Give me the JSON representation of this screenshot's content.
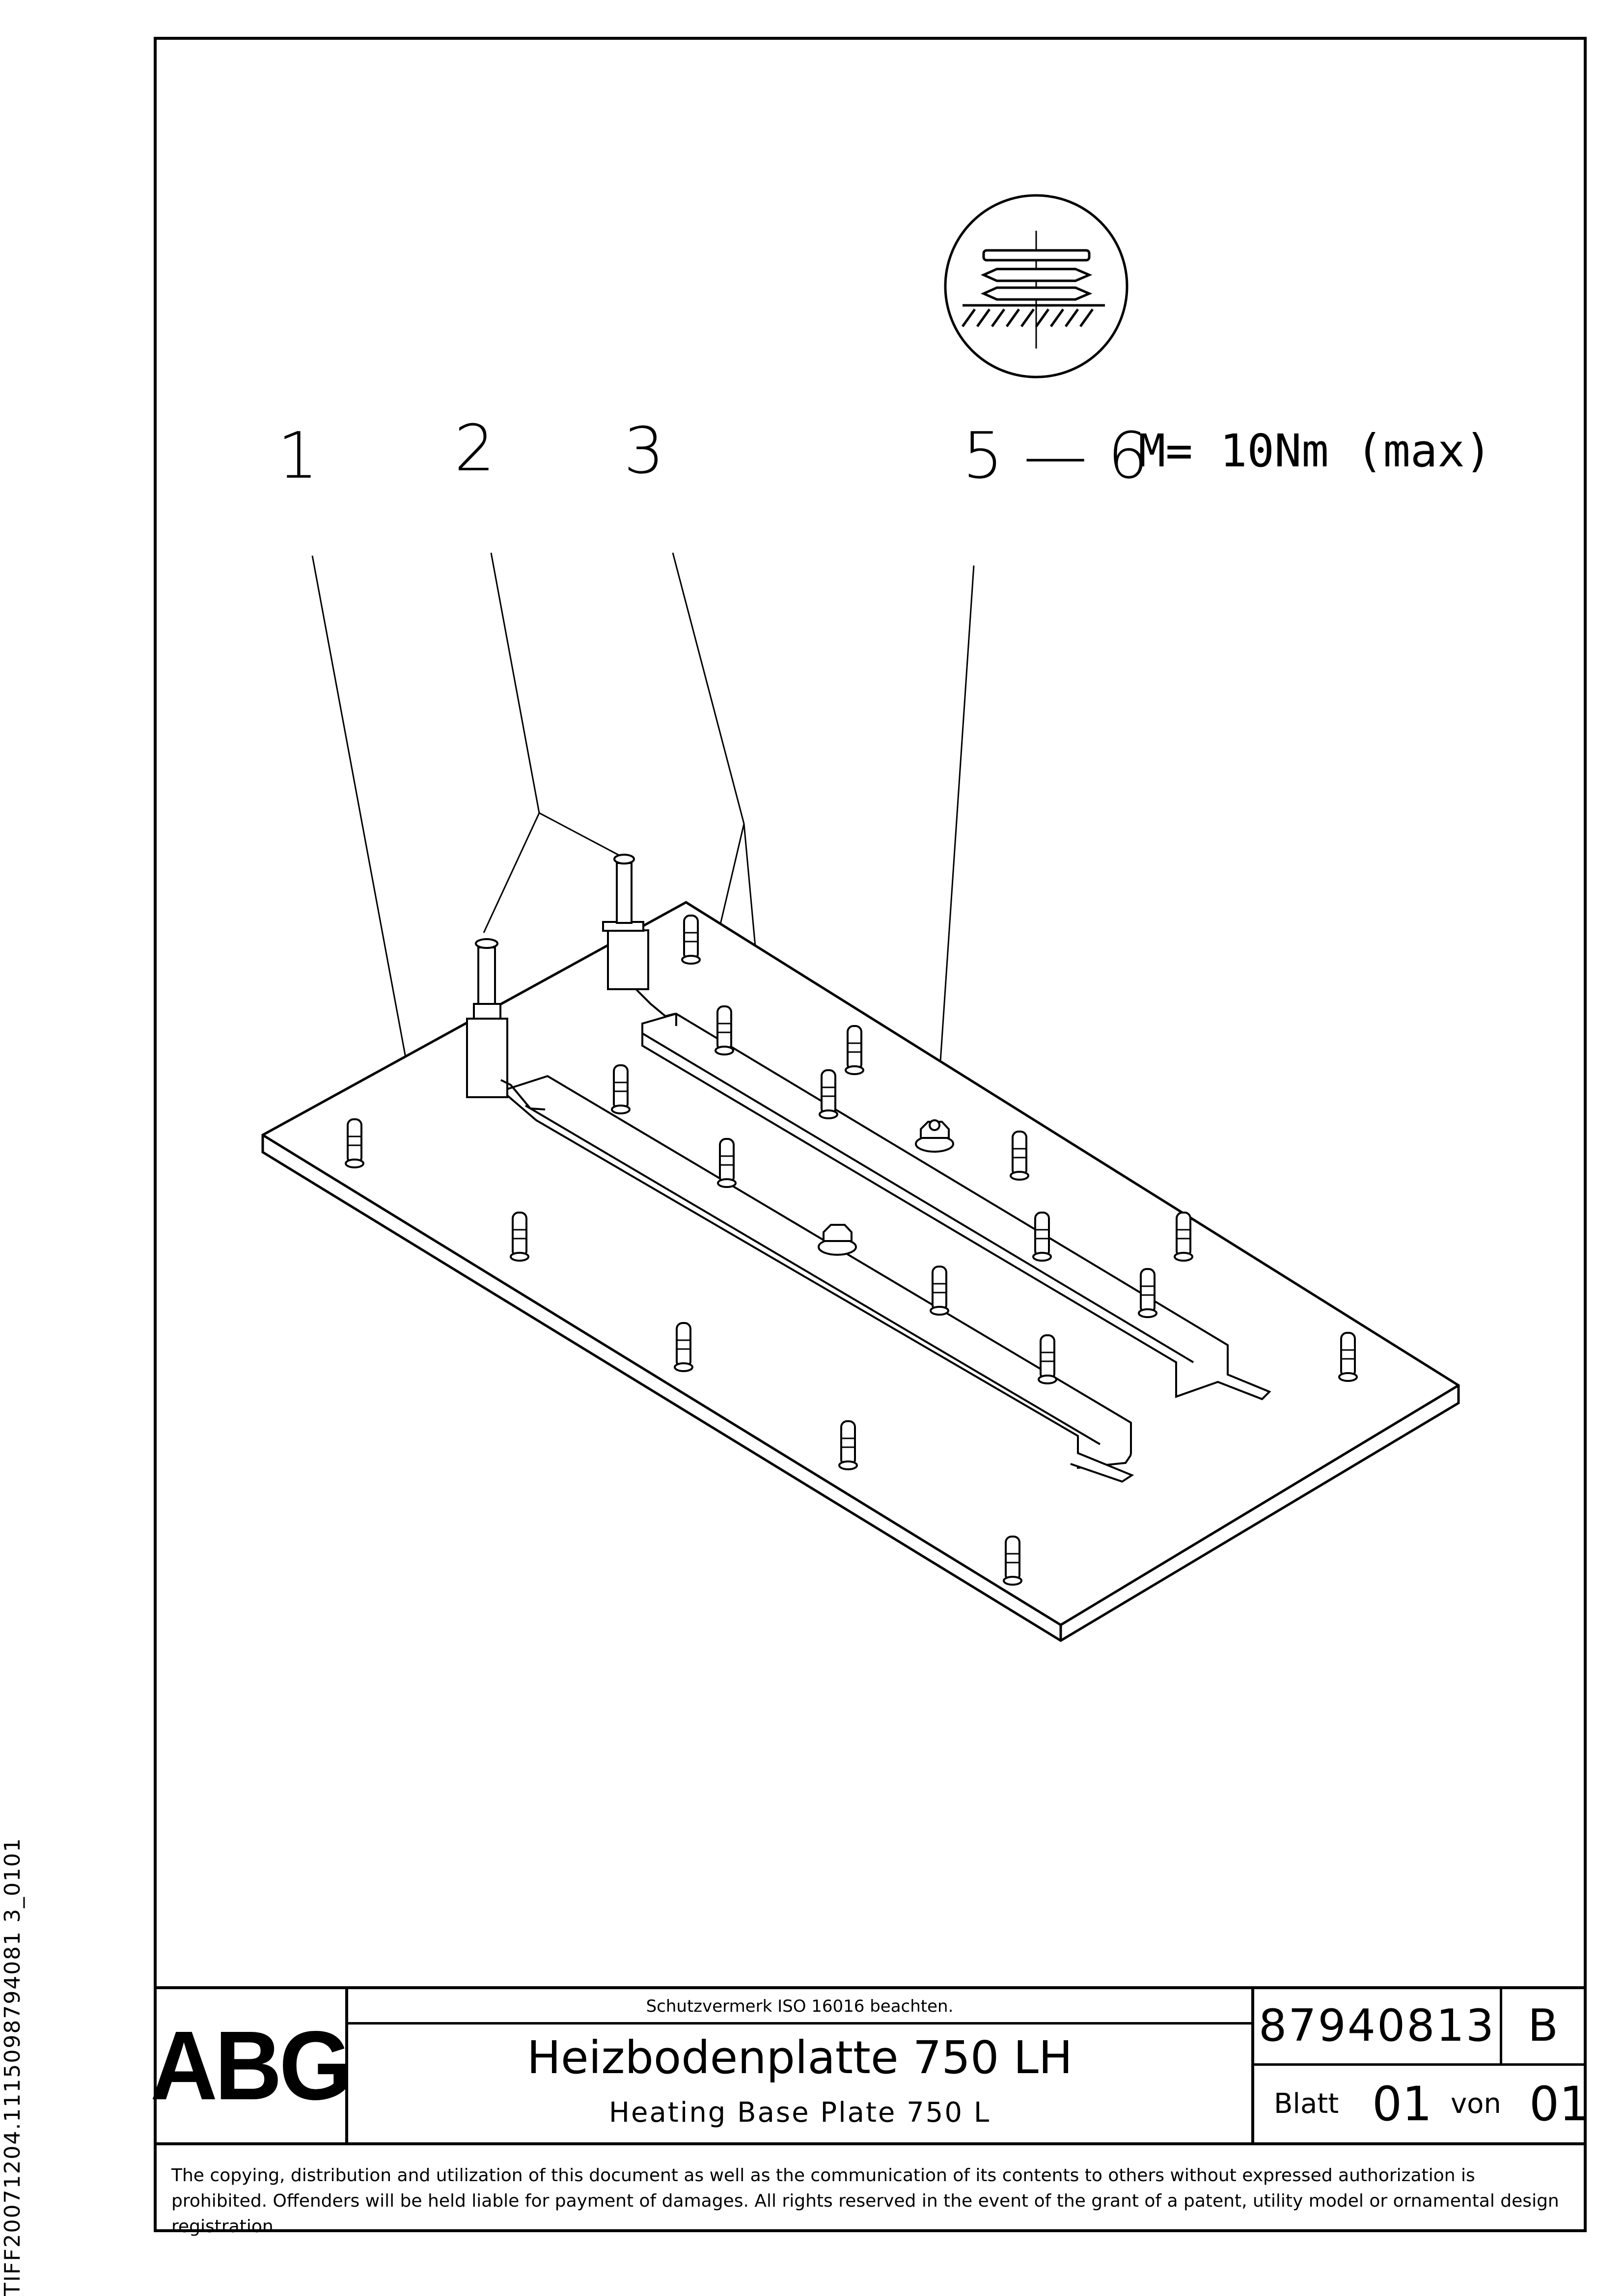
{
  "side_id": "TIFF20071204.1115098794081 3_0101",
  "callouts": {
    "item1": "1",
    "item2": "2",
    "item3": "3",
    "item56": "5 — 6",
    "torque": "M= 10Nm (max)"
  },
  "title_block": {
    "logo": "ABG",
    "protection_note": "Schutzvermerk ISO 16016 beachten.",
    "title_de": "Heizbodenplatte 750 LH",
    "title_en": "Heating Base Plate 750 L",
    "drawing_number": "87940813",
    "revision": "B",
    "sheet_label": "Blatt",
    "sheet_number": "01",
    "of_label": "von",
    "sheet_total": "01"
  },
  "copyright": "The copying, distribution and utilization of this document as well as the communication of its contents to others without expressed authorization is prohibited. Offenders will be held liable for payment of damages. All rights reserved in the event of the grant of a patent, utility model or ornamental design registration."
}
